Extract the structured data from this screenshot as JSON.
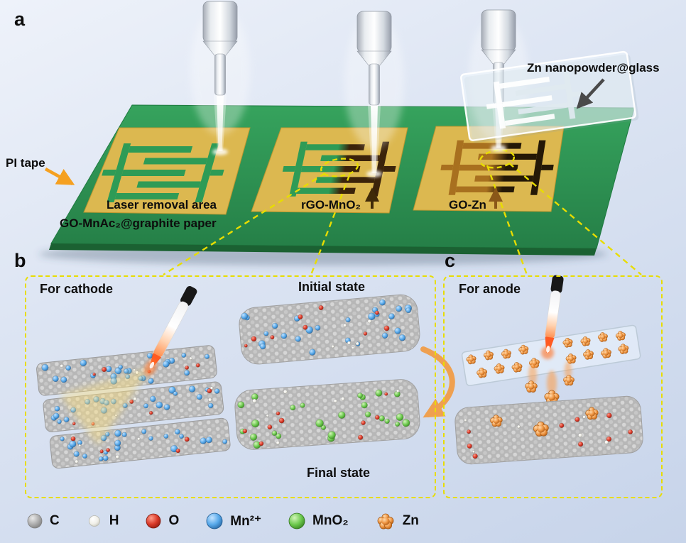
{
  "figure": {
    "panel_a_label": "a",
    "panel_b_label": "b",
    "panel_c_label": "c"
  },
  "panel_a": {
    "zn_glass_label": "Zn nanopowder@glass",
    "pi_tape_label": "PI tape",
    "laser_removal_label": "Laser removal area",
    "substrate_label": "GO-MnAc₂@graphite paper",
    "rgo_mno2_label": "rGO-MnO₂",
    "go_zn_label": "GO-Zn"
  },
  "panel_b": {
    "title": "For cathode",
    "initial_state_label": "Initial state",
    "final_state_label": "Final state"
  },
  "panel_c": {
    "title": "For anode"
  },
  "legend": {
    "items": [
      {
        "name": "carbon",
        "label": "C",
        "color": "#aeaeae"
      },
      {
        "name": "hydrogen",
        "label": "H",
        "color": "#f0efe8"
      },
      {
        "name": "oxygen",
        "label": "O",
        "color": "#da3a29"
      },
      {
        "name": "manganese-ion",
        "label": "Mn²⁺",
        "color": "#57a9ea"
      },
      {
        "name": "manganese-dioxide",
        "label": "MnO₂",
        "color": "#6cc94e"
      },
      {
        "name": "zinc",
        "label": "Zn",
        "color": "#ee9440"
      }
    ]
  },
  "colors": {
    "board_green": "#2e9552",
    "electrode_gold": "#dcb850",
    "laser_removed_green": "#2e9b56",
    "rgo_mno2_brown": "#3b230a",
    "go_zn_bronze": "#a8701f",
    "callout_dashed_yellow": "#e8dd00",
    "laser_glow_orange": "#ff7a30"
  }
}
